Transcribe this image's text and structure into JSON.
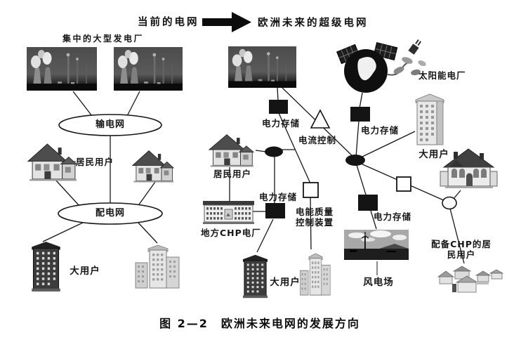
{
  "header": {
    "current_label": "当前的电网",
    "future_label": "欧洲未来的超级电网"
  },
  "current_grid": {
    "plants_label": "集中的大型发电厂",
    "transmission_label": "输电网",
    "residential_label": "居民用户",
    "distribution_label": "配电网",
    "large_user_label": "大用户"
  },
  "future_grid": {
    "solar_plant_label": "太阳能电厂",
    "plant_storage_label": "电力存储",
    "solar_storage_label": "电力存储",
    "current_control_label": "电流控制",
    "residential_label": "居民用户",
    "residential_storage_label": "电力存储",
    "local_chp_label": "地方CHP电厂",
    "power_quality_line1": "电能质量",
    "power_quality_line2": "控制装置",
    "large_user_top_label": "大用户",
    "large_user_bottom_label": "大用户",
    "wind_storage_label": "电力存储",
    "wind_farm_label": "风电场",
    "chp_residential_line1": "配备CHP的居",
    "chp_residential_line2": "民用户"
  },
  "caption": "图 2—2　欧洲未来电网的发展方向",
  "colors": {
    "ink": "#161616",
    "node_fill": "#141414",
    "paper": "#ffffff"
  }
}
